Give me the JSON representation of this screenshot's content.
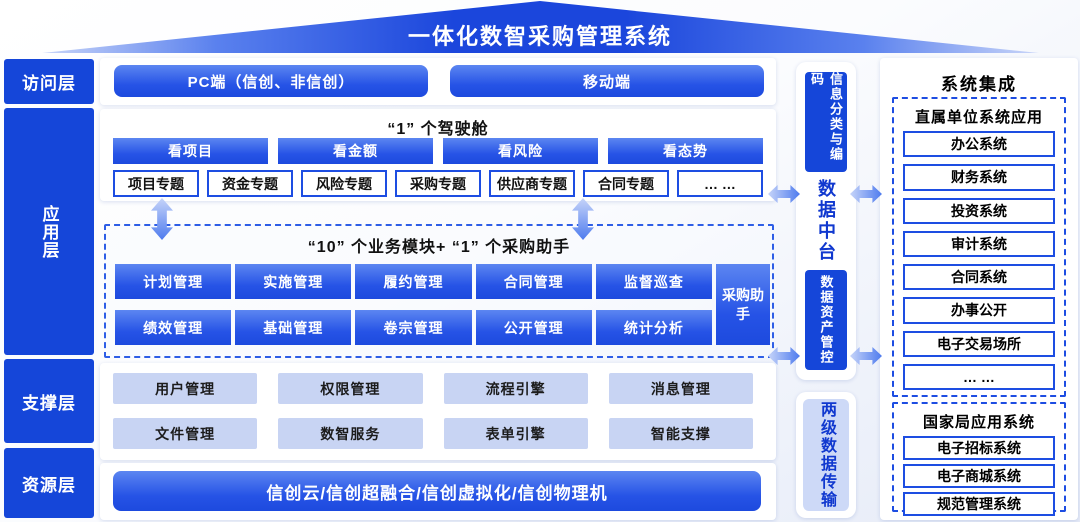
{
  "banner": {
    "title": "一体化数智采购管理系统"
  },
  "layers": [
    {
      "label": "访问层"
    },
    {
      "label": "应用层"
    },
    {
      "label": "支撑层"
    },
    {
      "label": "资源层"
    }
  ],
  "access": {
    "items": [
      "PC端（信创、非信创）",
      "移动端"
    ]
  },
  "cockpit": {
    "title": "“1” 个驾驶舱",
    "views": [
      "看项目",
      "看金额",
      "看风险",
      "看态势"
    ],
    "topics": [
      "项目专题",
      "资金专题",
      "风险专题",
      "采购专题",
      "供应商专题",
      "合同专题",
      "… …"
    ]
  },
  "modules": {
    "title": "“10” 个业务模块+ “1” 个采购助手",
    "row1": [
      "计划管理",
      "实施管理",
      "履约管理",
      "合同管理",
      "监督巡查"
    ],
    "row2": [
      "绩效管理",
      "基础管理",
      "卷宗管理",
      "公开管理",
      "统计分析"
    ],
    "assistant": "采购助手"
  },
  "support": {
    "row1": [
      "用户管理",
      "权限管理",
      "流程引擎",
      "消息管理"
    ],
    "row2": [
      "文件管理",
      "数智服务",
      "表单引擎",
      "智能支撑"
    ]
  },
  "resource": {
    "label": "信创云/信创超融合/信创虚拟化/信创物理机"
  },
  "data_platform": {
    "top_bar": "信息分类与编码",
    "center": "数据中台",
    "bottom_bar": "数据资产管控",
    "transfer": "两级数据传输"
  },
  "integration": {
    "title": "系统集成",
    "groups": [
      {
        "title": "直属单位系统应用",
        "items": [
          "办公系统",
          "财务系统",
          "投资系统",
          "审计系统",
          "合同系统",
          "办事公开",
          "电子交易场所",
          "… …"
        ]
      },
      {
        "title": "国家局应用系统",
        "items": [
          "电子招标系统",
          "电子商城系统",
          "规范管理系统"
        ]
      }
    ]
  },
  "colors": {
    "primary": "#1546d9",
    "border-blue": "#1d4de2",
    "dark-blue": "#1038cf",
    "light-fill": "#c8d4f3",
    "lighter-fill": "#cdd9f7"
  }
}
